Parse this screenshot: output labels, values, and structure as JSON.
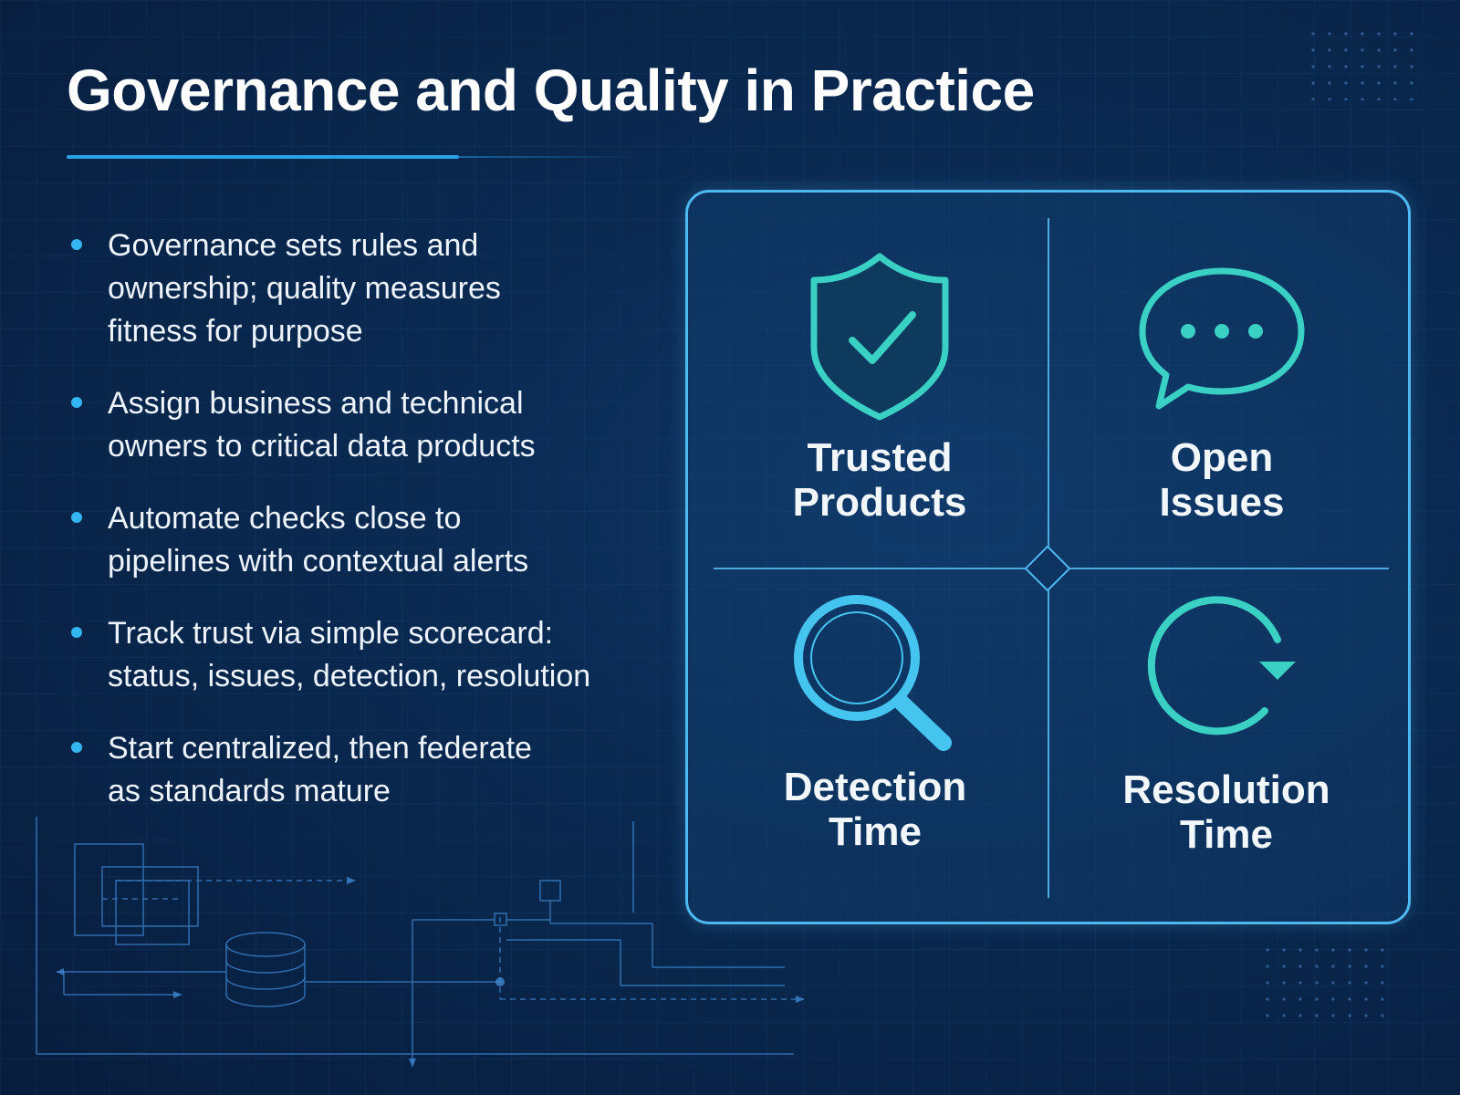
{
  "title": "Governance and Quality in Practice",
  "bullets": [
    {
      "line1": "Governance sets rules and",
      "line2": "ownership; quality measures",
      "line3": "fitness for purpose"
    },
    {
      "line1": "Assign business and technical",
      "line2": "owners to critical data products"
    },
    {
      "line1": "Automate checks close to",
      "line2": "pipelines with contextual alerts"
    },
    {
      "line1": "Track trust via simple scorecard:",
      "line2": "status, issues, detection, resolution"
    },
    {
      "line1": "Start centralized, then federate",
      "line2": "as standards mature"
    }
  ],
  "scorecard": {
    "quadrants": [
      {
        "line1": "Trusted",
        "line2": "Products",
        "icon": "shield-check-icon"
      },
      {
        "line1": "Open",
        "line2": "Issues",
        "icon": "chat-bubble-icon"
      },
      {
        "line1": "Detection",
        "line2": "Time",
        "icon": "magnifier-icon"
      },
      {
        "line1": "Resolution",
        "line2": "Time",
        "icon": "refresh-arrow-icon"
      }
    ]
  },
  "colors": {
    "background": "#0a2a52",
    "accent_blue": "#33b6f0",
    "accent_teal": "#3ad0c4",
    "text": "#ffffff"
  }
}
